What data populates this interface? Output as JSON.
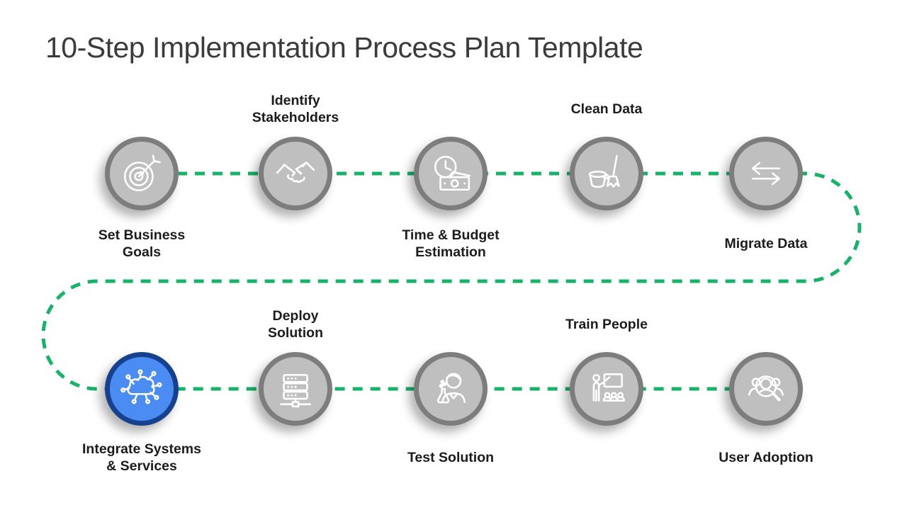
{
  "title": "10-Step Implementation Process Plan Template",
  "colors": {
    "connector_green": "#16b369",
    "circle_fill": "#bfbfbf",
    "circle_ring": "#7d7d7d",
    "highlight_fill": "#4a8cf1",
    "highlight_ring": "#15418f",
    "label_text": "#1c1c1c",
    "title_text": "#3b3b3b"
  },
  "steps": [
    {
      "label": "Set Business\nGoals",
      "icon": "target-icon",
      "highlighted": false,
      "label_position": "below"
    },
    {
      "label": "Identify\nStakeholders",
      "icon": "handshake-icon",
      "highlighted": false,
      "label_position": "above"
    },
    {
      "label": "Time & Budget\nEstimation",
      "icon": "clock-money-icon",
      "highlighted": false,
      "label_position": "below"
    },
    {
      "label": "Clean Data",
      "icon": "broom-bucket-icon",
      "highlighted": false,
      "label_position": "above"
    },
    {
      "label": "Migrate Data",
      "icon": "transfer-arrows-icon",
      "highlighted": false,
      "label_position": "below"
    },
    {
      "label": "Integrate Systems\n& Services",
      "icon": "cloud-network-icon",
      "highlighted": true,
      "label_position": "below"
    },
    {
      "label": "Deploy\nSolution",
      "icon": "server-stack-icon",
      "highlighted": false,
      "label_position": "above"
    },
    {
      "label": "Test Solution",
      "icon": "scientist-flask-icon",
      "highlighted": false,
      "label_position": "below"
    },
    {
      "label": "Train People",
      "icon": "trainer-presentation-icon",
      "highlighted": false,
      "label_position": "above"
    },
    {
      "label": "User Adoption",
      "icon": "user-magnifier-icon",
      "highlighted": false,
      "label_position": "below"
    }
  ]
}
